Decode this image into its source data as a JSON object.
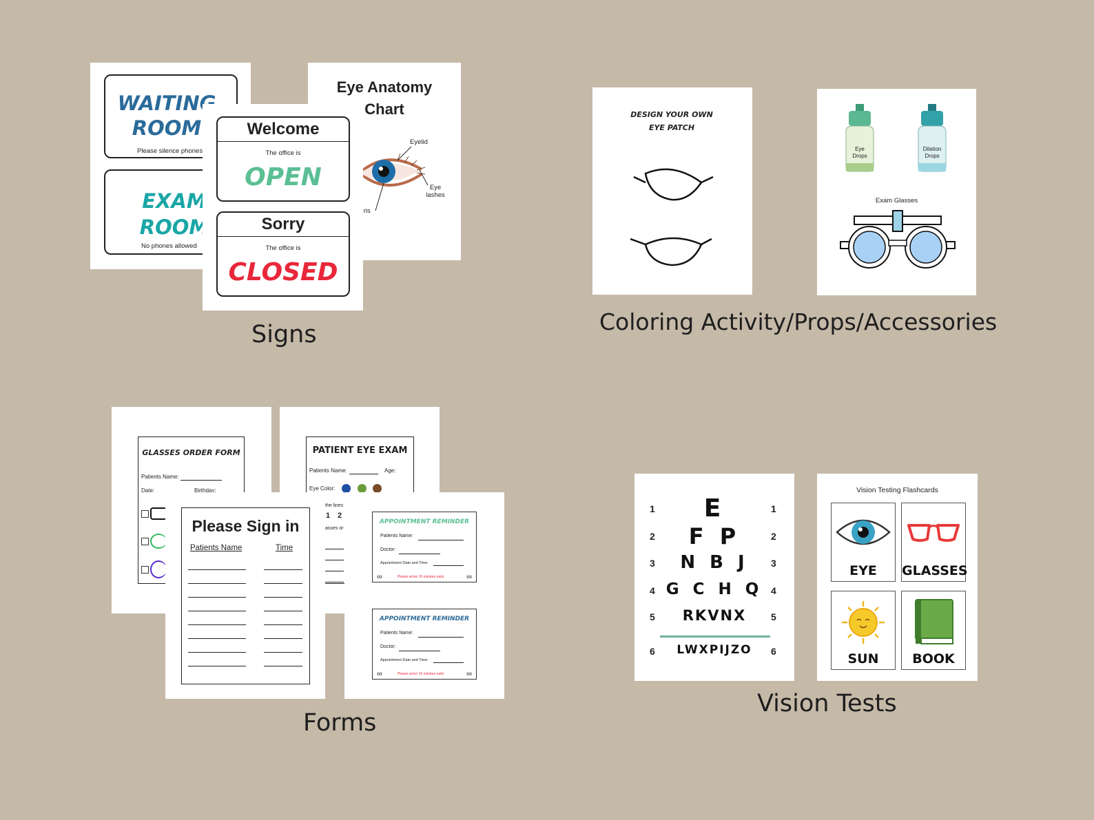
{
  "captions": {
    "signs": "Signs",
    "coloring": "Coloring Activity/Props/Accessories",
    "forms": "Forms",
    "vision": "Vision Tests"
  },
  "signs": {
    "waiting_room": {
      "title": "WAITING ROOM",
      "subtitle": "Please silence phones"
    },
    "exam_room": {
      "title": "EXAM ROOM",
      "subtitle": "No phones allowed"
    },
    "eye_chart": {
      "title": "Eye Anatomy Chart",
      "labels": [
        "Eyelid",
        "Eye lashes",
        "Iris"
      ]
    },
    "welcome": {
      "header": "Welcome",
      "text": "The office is",
      "status": "OPEN",
      "status_color": "#5bbf94"
    },
    "sorry": {
      "header": "Sorry",
      "text": "The office is",
      "status": "CLOSED",
      "status_color": "#e8283a"
    }
  },
  "coloring": {
    "eye_patch": {
      "title": "DESIGN YOUR OWN EYE PATCH"
    },
    "props": {
      "drop1": "Eye Drops",
      "drop2": "Dilation Drops",
      "glasses": "Exam Glasses"
    }
  },
  "forms": {
    "glasses_order": {
      "title": "GLASSES ORDER FORM",
      "name": "Patients Name:",
      "date": "Date:",
      "birthday": "Birthday:"
    },
    "patient_exam": {
      "title": "PATIENT EYE EXAM",
      "name": "Patients Name:",
      "age": "Age:",
      "eye_color": "Eye Color:",
      "lines": "the lines",
      "glasses": "asses or c",
      "nums": [
        "1",
        "2"
      ]
    },
    "sign_in": {
      "title": "Please Sign in",
      "col1": "Patients Name",
      "col2": "Time"
    },
    "reminder": {
      "title": "APPOINTMENT REMINDER",
      "name": "Patients Name:",
      "doctor": "Doctor:",
      "datetime": "Appointment Date and Time:",
      "note": "Please arrive 15 minutes early"
    }
  },
  "vision": {
    "snellen": {
      "rows": [
        {
          "num": "1",
          "letters": "E"
        },
        {
          "num": "2",
          "letters": "F P"
        },
        {
          "num": "3",
          "letters": "N B J"
        },
        {
          "num": "4",
          "letters": "G C H Q"
        },
        {
          "num": "5",
          "letters": "RKVNX"
        },
        {
          "num": "6",
          "letters": "LWXPIJZO"
        }
      ]
    },
    "flashcards": {
      "title": "Vision Testing Flashcards",
      "cards": [
        "EYE",
        "GLASSES",
        "SUN",
        "BOOK"
      ]
    }
  },
  "colors": {
    "background": "#c5b9a8",
    "waiting_blue": "#2b6b9a",
    "exam_teal": "#1aa6a6",
    "reminder_green": "#5bbf94",
    "reminder_blue": "#2b6b9a"
  }
}
